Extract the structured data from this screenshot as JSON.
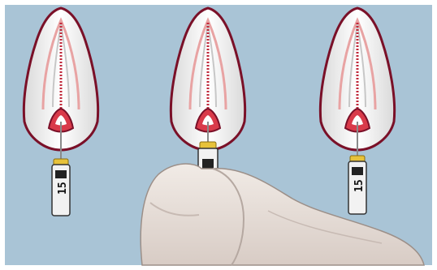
{
  "figure": {
    "colors": {
      "background": "#A9C4D6",
      "frame": "#FFFFFF",
      "tooth_outline": "#7A1028",
      "tooth_fill": "#F4F4F4",
      "pulp": "#E8A3A3",
      "canal": "#C0283A",
      "file_handle": "#F2F2F2",
      "file_stop": "#E7C23A",
      "glove": "#EAE2DC",
      "glove_shadow": "#CFC2BB"
    },
    "instruments": [
      {
        "label": "15",
        "icon": "endodontic-file-icon",
        "state": "hanging"
      },
      {
        "label": "",
        "icon": "endodontic-file-icon",
        "state": "held-by-hand"
      },
      {
        "label": "15",
        "icon": "endodontic-file-icon",
        "state": "hanging"
      }
    ],
    "hand_icon": "gloved-hand-icon"
  }
}
